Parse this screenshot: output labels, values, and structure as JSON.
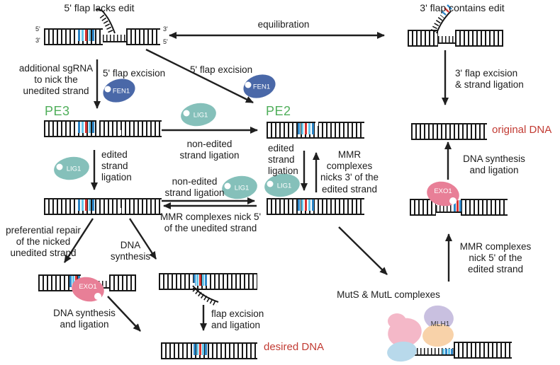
{
  "colors": {
    "accent_green": "#4fae5a",
    "accent_red": "#c23b33",
    "fen1_blue": "#4a68a8",
    "lig1_teal": "#85c0ba",
    "exo1_pink": "#e87f97",
    "edit_blue": "#2e86c8",
    "edit_cyan": "#64c7ec",
    "edit_red": "#d63230",
    "mlh1_purple": "#c9c0e0",
    "muts_pink": "#f4b8c8",
    "muts_blue": "#b8d9eb",
    "mutl_peach": "#f8d2a9"
  },
  "nodes": {
    "top_left_title": "5' flap lacks edit",
    "top_right_title": "3' flap contains edit",
    "pe3": "PE3",
    "pe2": "PE2",
    "desired_dna": "desired DNA",
    "original_dna": "original DNA",
    "muts_mutl": "MutS & MutL complexes",
    "ends": {
      "tl": "5'",
      "bl": "3'",
      "tr": "3'",
      "br": "5'"
    }
  },
  "enzymes": {
    "fen1": "FEN1",
    "lig1": "LIG1",
    "exo1": "EXO1",
    "mlh1": "MLH1"
  },
  "labels": {
    "equilibration": "equilibration",
    "additional_sgrna": "additional sgRNA\nto nick the\nunedited strand",
    "flap5_excision_left": "5' flap excision",
    "flap5_excision_right": "5' flap excision",
    "non_edited_ligation_top": "non-edited\nstrand ligation",
    "edited_ligation_pe3": "edited\nstrand\nligation",
    "non_edited_ligation_mid": "non-edited\nstrand ligation",
    "mmr_nick5_unedited": "MMR complexes nick 5'\nof the unedited strand",
    "edited_ligation_pe2": "edited\nstrand\nligation",
    "mmr_nicks3_edited": "MMR\ncomplexes\nnicks 3' of the\nedited strand",
    "preferential_repair": "preferential repair\nof the nicked\nunedited strand",
    "dna_synthesis": "DNA\nsynthesis",
    "dna_synthesis_ligation_left": "DNA synthesis\nand ligation",
    "flap_excision_ligation": "flap excision\nand ligation",
    "mmr_nick5_edited": "MMR complexes\nnick 5' of the\nedited strand",
    "dna_synthesis_ligation_right": "DNA synthesis\nand ligation",
    "flap3_excision_ligation": "3' flap excision\n& strand ligation"
  }
}
